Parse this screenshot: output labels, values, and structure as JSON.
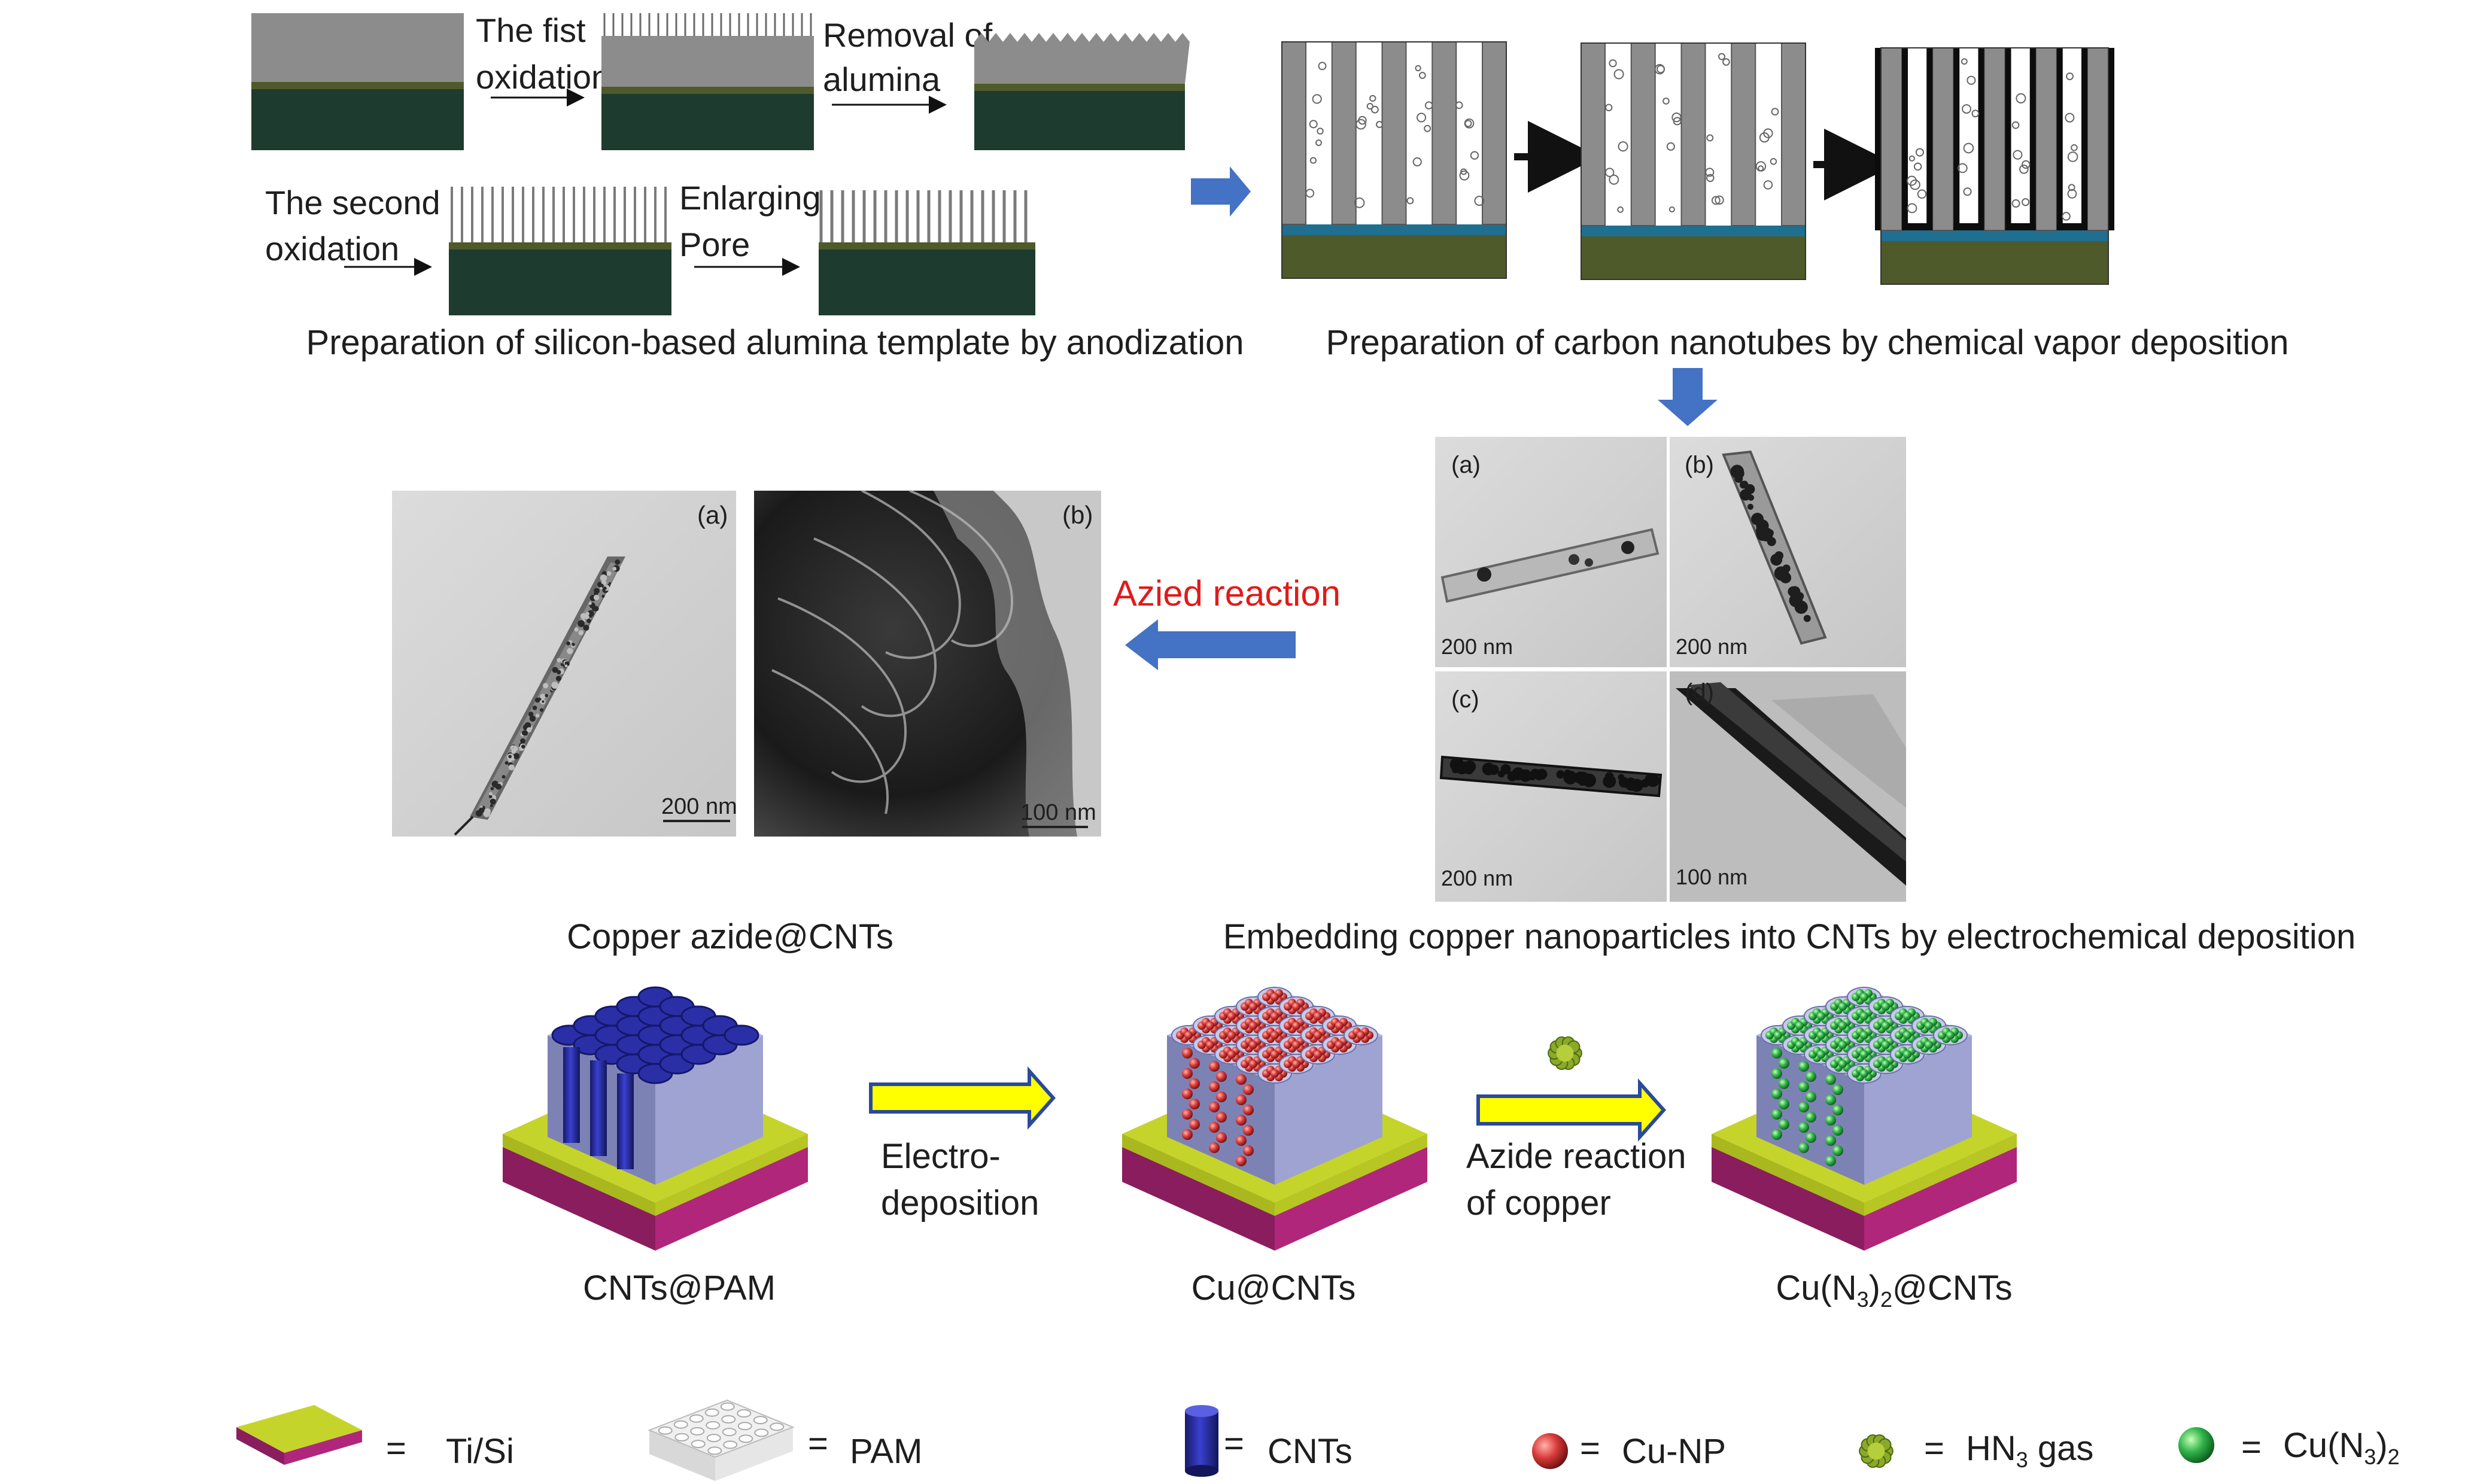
{
  "anodization": {
    "step1": [
      "The fist",
      "oxidation"
    ],
    "step2": [
      "Removal of",
      "alumina"
    ],
    "step3": [
      "The second",
      "oxidation"
    ],
    "step4": [
      "Enlarging",
      "Pore"
    ],
    "caption": "Preparation of silicon-based alumina template by anodization"
  },
  "cvd": {
    "caption": "Preparation of carbon nanotubes by chemical vapor deposition"
  },
  "azide_tem": {
    "panel_a_label": "(a)",
    "panel_b_label": "(b)",
    "scale_a": "200 nm",
    "scale_b": "100 nm",
    "caption": "Copper azide@CNTs"
  },
  "azied_reaction": "Azied reaction",
  "embed_tem": {
    "labels": [
      "(a)",
      "(b)",
      "(c)",
      "(d)"
    ],
    "scales": [
      "200 nm",
      "200 nm",
      "200 nm",
      "100 nm"
    ],
    "caption": "Embedding copper nanoparticles into CNTs by electrochemical deposition"
  },
  "process": {
    "step1_caption": "CNTs@PAM",
    "arrow1": [
      "Electro-",
      "deposition"
    ],
    "step2_caption": "Cu@CNTs",
    "arrow2": [
      "Azide reaction",
      "of copper"
    ],
    "step3_caption_main": "Cu(N",
    "step3_caption_sub1": "3",
    "step3_caption_mid": ")",
    "step3_caption_sub2": "2",
    "step3_caption_end": "@CNTs"
  },
  "legend": {
    "tisi": "Ti/Si",
    "pam": "PAM",
    "cnts": "CNTs",
    "cunp": "Cu-NP",
    "hn3_main": "HN",
    "hn3_sub": "3",
    "hn3_end": " gas",
    "cun3_main": "Cu(N",
    "cun3_sub1": "3",
    "cun3_mid": ")",
    "cun3_sub2": "2",
    "equals": "="
  },
  "colors": {
    "substrate_dark": "#1d3b2e",
    "alumina_gray": "#8c8c8c",
    "substrate_olive": "#4f5a2a",
    "blue_layer": "#1f6f91",
    "arrow_blue": "#4472c4",
    "arrow_yellow": "#ffff00",
    "azied_red": "#e01b1b",
    "ti_top": "#c5d42a",
    "si_side": "#b0267a",
    "pam_block": "#9ea3d2",
    "cnt_blue": "#2a2fa8",
    "cu_red": "#d83a3a",
    "cun3_green": "#2fb34a"
  }
}
